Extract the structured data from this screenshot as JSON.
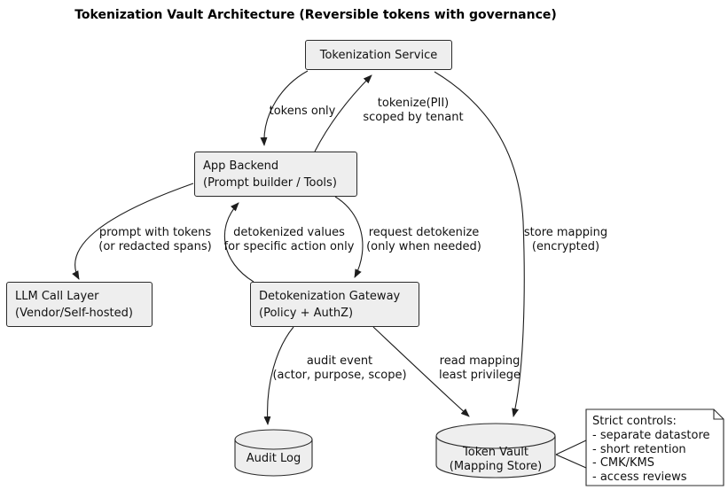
{
  "title": "Tokenization Vault Architecture (Reversible tokens with governance)",
  "nodes": {
    "tokenization_service": {
      "label": "Tokenization Service"
    },
    "app_backend": {
      "line1": "App Backend",
      "line2": "(Prompt builder / Tools)"
    },
    "llm_call_layer": {
      "line1": "LLM Call Layer",
      "line2": "(Vendor/Self-hosted)"
    },
    "detokenization_gateway": {
      "line1": "Detokenization Gateway",
      "line2": "(Policy + AuthZ)"
    },
    "audit_log": {
      "label": "Audit Log"
    },
    "token_vault": {
      "line1": "Token Vault",
      "line2": "(Mapping Store)"
    }
  },
  "edge_labels": {
    "tokens_only": {
      "line1": "tokens only"
    },
    "tokenize_pii": {
      "line1": "tokenize(PII)",
      "line2": "scoped by tenant"
    },
    "prompt_with_tokens": {
      "line1": "prompt with tokens",
      "line2": "(or redacted spans)"
    },
    "detokenized_values": {
      "line1": "detokenized values",
      "line2": "for specific action only"
    },
    "request_detokenize": {
      "line1": "request detokenize",
      "line2": "(only when needed)"
    },
    "store_mapping": {
      "line1": "store mapping",
      "line2": "(encrypted)"
    },
    "audit_event": {
      "line1": "audit event",
      "line2": "(actor, purpose, scope)"
    },
    "read_mapping": {
      "line1": "read mapping",
      "line2": "least privilege"
    }
  },
  "note": {
    "lines": [
      "Strict controls:",
      "- separate datastore",
      "- short retention",
      "- CMK/KMS",
      "- access reviews"
    ]
  },
  "colors": {
    "node_fill": "#eeeeee",
    "node_border": "#2b2b2b",
    "edge_stroke": "#1d1d1d",
    "note_fill": "#ffffff",
    "text": "#111111",
    "background": "#ffffff"
  }
}
